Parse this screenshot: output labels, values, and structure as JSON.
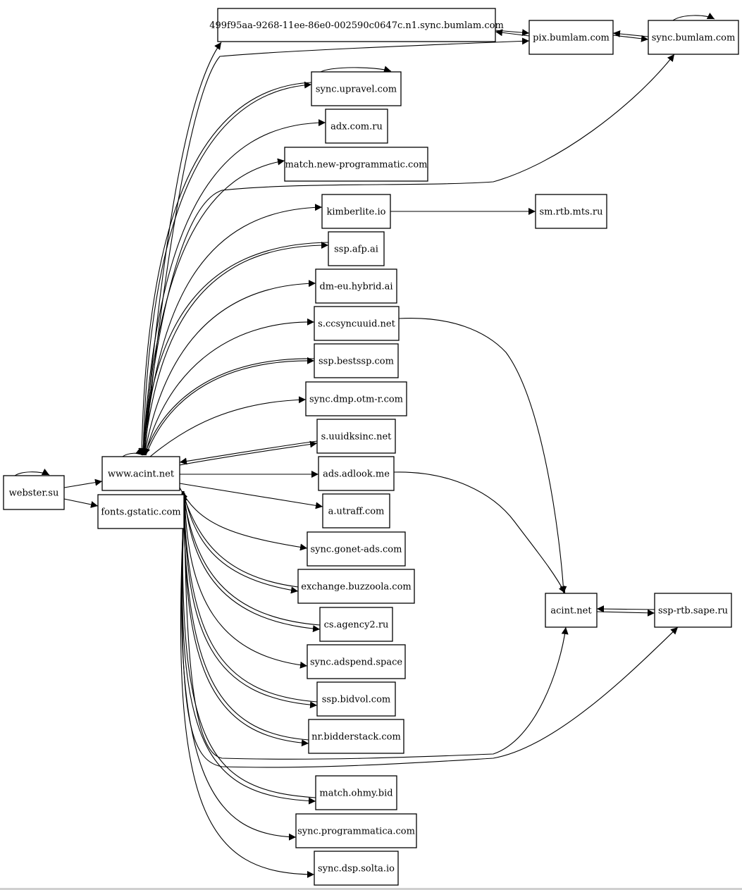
{
  "diagram": {
    "type": "directed-graph",
    "nodes": [
      {
        "id": "webster",
        "label": "webster.su"
      },
      {
        "id": "acint_www",
        "label": "www.acint.net"
      },
      {
        "id": "gstatic",
        "label": "fonts.gstatic.com"
      },
      {
        "id": "n1sync",
        "label": "499f95aa-9268-11ee-86e0-002590c0647c.n1.sync.bumlam.com"
      },
      {
        "id": "pix",
        "label": "pix.bumlam.com"
      },
      {
        "id": "syncbumlam",
        "label": "sync.bumlam.com"
      },
      {
        "id": "upravel",
        "label": "sync.upravel.com"
      },
      {
        "id": "adx",
        "label": "adx.com.ru"
      },
      {
        "id": "newprog",
        "label": "match.new-programmatic.com"
      },
      {
        "id": "kimberlite",
        "label": "kimberlite.io"
      },
      {
        "id": "mts",
        "label": "sm.rtb.mts.ru"
      },
      {
        "id": "afp",
        "label": "ssp.afp.ai"
      },
      {
        "id": "hybrid",
        "label": "dm-eu.hybrid.ai"
      },
      {
        "id": "ccsync",
        "label": "s.ccsyncuuid.net"
      },
      {
        "id": "bestssp",
        "label": "ssp.bestssp.com"
      },
      {
        "id": "otmr",
        "label": "sync.dmp.otm-r.com"
      },
      {
        "id": "uuidksinc",
        "label": "s.uuidksinc.net"
      },
      {
        "id": "adlook",
        "label": "ads.adlook.me"
      },
      {
        "id": "utraff",
        "label": "a.utraff.com"
      },
      {
        "id": "gonet",
        "label": "sync.gonet-ads.com"
      },
      {
        "id": "buzzoola",
        "label": "exchange.buzzoola.com"
      },
      {
        "id": "agency2",
        "label": "cs.agency2.ru"
      },
      {
        "id": "adspend",
        "label": "sync.adspend.space"
      },
      {
        "id": "bidvol",
        "label": "ssp.bidvol.com"
      },
      {
        "id": "bidderstack",
        "label": "nr.bidderstack.com"
      },
      {
        "id": "acint",
        "label": "acint.net"
      },
      {
        "id": "sape",
        "label": "ssp-rtb.sape.ru"
      },
      {
        "id": "ohmy",
        "label": "match.ohmy.bid"
      },
      {
        "id": "programmatica",
        "label": "sync.programmatica.com"
      },
      {
        "id": "solta",
        "label": "sync.dsp.solta.io"
      }
    ],
    "edges": [
      [
        "webster",
        "webster"
      ],
      [
        "webster",
        "acint_www"
      ],
      [
        "webster",
        "gstatic"
      ],
      [
        "acint_www",
        "acint_www"
      ],
      [
        "acint_www",
        "n1sync"
      ],
      [
        "acint_www",
        "pix"
      ],
      [
        "acint_www",
        "upravel"
      ],
      [
        "upravel",
        "acint_www"
      ],
      [
        "upravel",
        "upravel"
      ],
      [
        "acint_www",
        "adx"
      ],
      [
        "acint_www",
        "newprog"
      ],
      [
        "acint_www",
        "syncbumlam"
      ],
      [
        "acint_www",
        "kimberlite"
      ],
      [
        "kimberlite",
        "mts"
      ],
      [
        "acint_www",
        "afp"
      ],
      [
        "afp",
        "acint_www"
      ],
      [
        "acint_www",
        "hybrid"
      ],
      [
        "acint_www",
        "ccsync"
      ],
      [
        "ccsync",
        "acint"
      ],
      [
        "acint_www",
        "bestssp"
      ],
      [
        "bestssp",
        "acint_www"
      ],
      [
        "acint_www",
        "otmr"
      ],
      [
        "acint_www",
        "uuidksinc"
      ],
      [
        "uuidksinc",
        "acint_www"
      ],
      [
        "acint_www",
        "adlook"
      ],
      [
        "adlook",
        "acint"
      ],
      [
        "acint_www",
        "utraff"
      ],
      [
        "acint_www",
        "gonet"
      ],
      [
        "acint_www",
        "buzzoola"
      ],
      [
        "buzzoola",
        "acint_www"
      ],
      [
        "acint_www",
        "agency2"
      ],
      [
        "agency2",
        "acint_www"
      ],
      [
        "acint_www",
        "adspend"
      ],
      [
        "acint_www",
        "bidvol"
      ],
      [
        "bidvol",
        "acint_www"
      ],
      [
        "acint_www",
        "bidderstack"
      ],
      [
        "bidderstack",
        "acint_www"
      ],
      [
        "acint_www",
        "acint"
      ],
      [
        "acint_www",
        "sape"
      ],
      [
        "acint_www",
        "ohmy"
      ],
      [
        "ohmy",
        "acint_www"
      ],
      [
        "acint_www",
        "programmatica"
      ],
      [
        "acint_www",
        "solta"
      ],
      [
        "n1sync",
        "pix"
      ],
      [
        "pix",
        "n1sync"
      ],
      [
        "pix",
        "syncbumlam"
      ],
      [
        "syncbumlam",
        "pix"
      ],
      [
        "syncbumlam",
        "syncbumlam"
      ],
      [
        "acint",
        "sape"
      ],
      [
        "sape",
        "acint"
      ]
    ]
  }
}
